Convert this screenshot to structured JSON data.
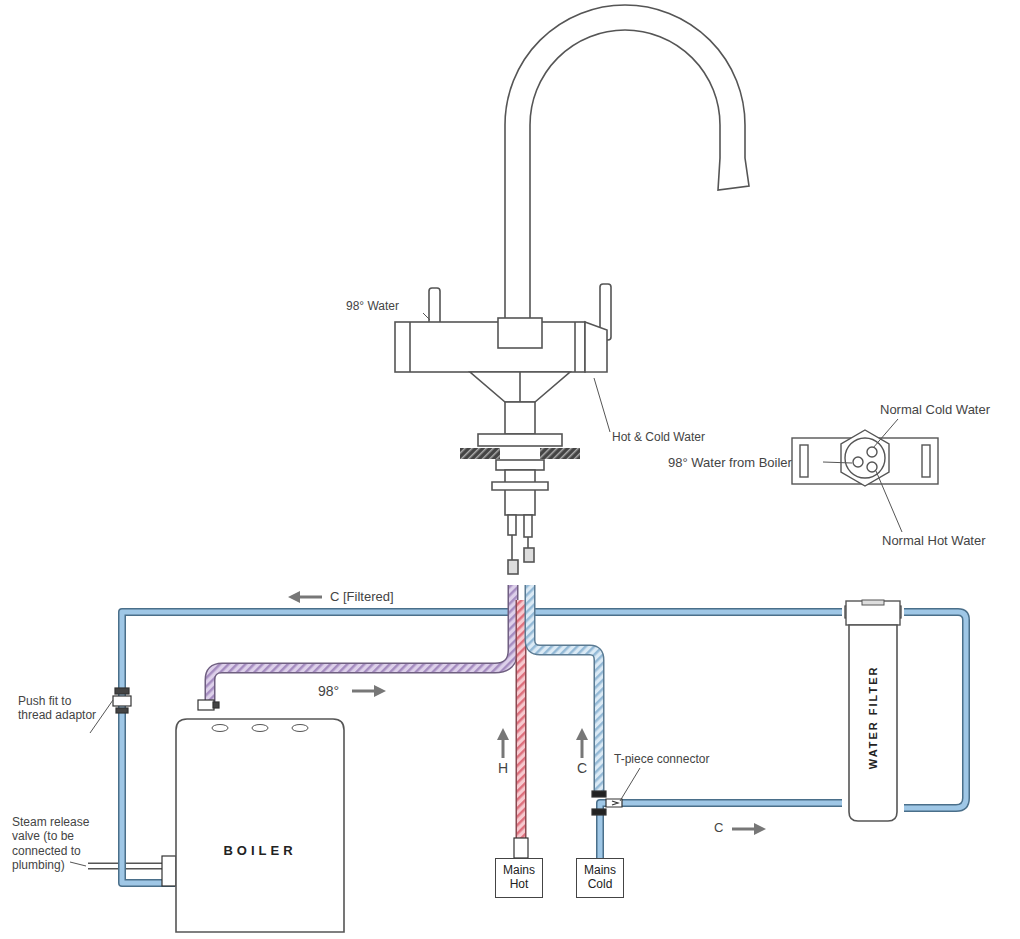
{
  "diagram": {
    "nodes": [
      {
        "text": [
          "BOILER"
        ]
      },
      {
        "text": [
          "Mains Hot"
        ]
      },
      {
        "text": [
          "Mains Cold"
        ]
      },
      {
        "text": [
          "WATER FILTER"
        ]
      }
    ],
    "edges": [
      {
        "from": 2,
        "to": 3,
        "label": "C",
        "arrow": "none"
      },
      {
        "from": 3,
        "to": 0,
        "label": "C [Filtered]",
        "arrow": "none"
      }
    ],
    "labels": [
      "98° Water",
      "Hot & Cold Water",
      "Normal Cold Water",
      "98° Water from Boiler",
      "Normal Hot Water",
      "98°",
      "H",
      "C",
      "Push fit to thread adaptor",
      "Steam release valve (to be connected to plumbing)",
      "T-piece connector"
    ]
  }
}
